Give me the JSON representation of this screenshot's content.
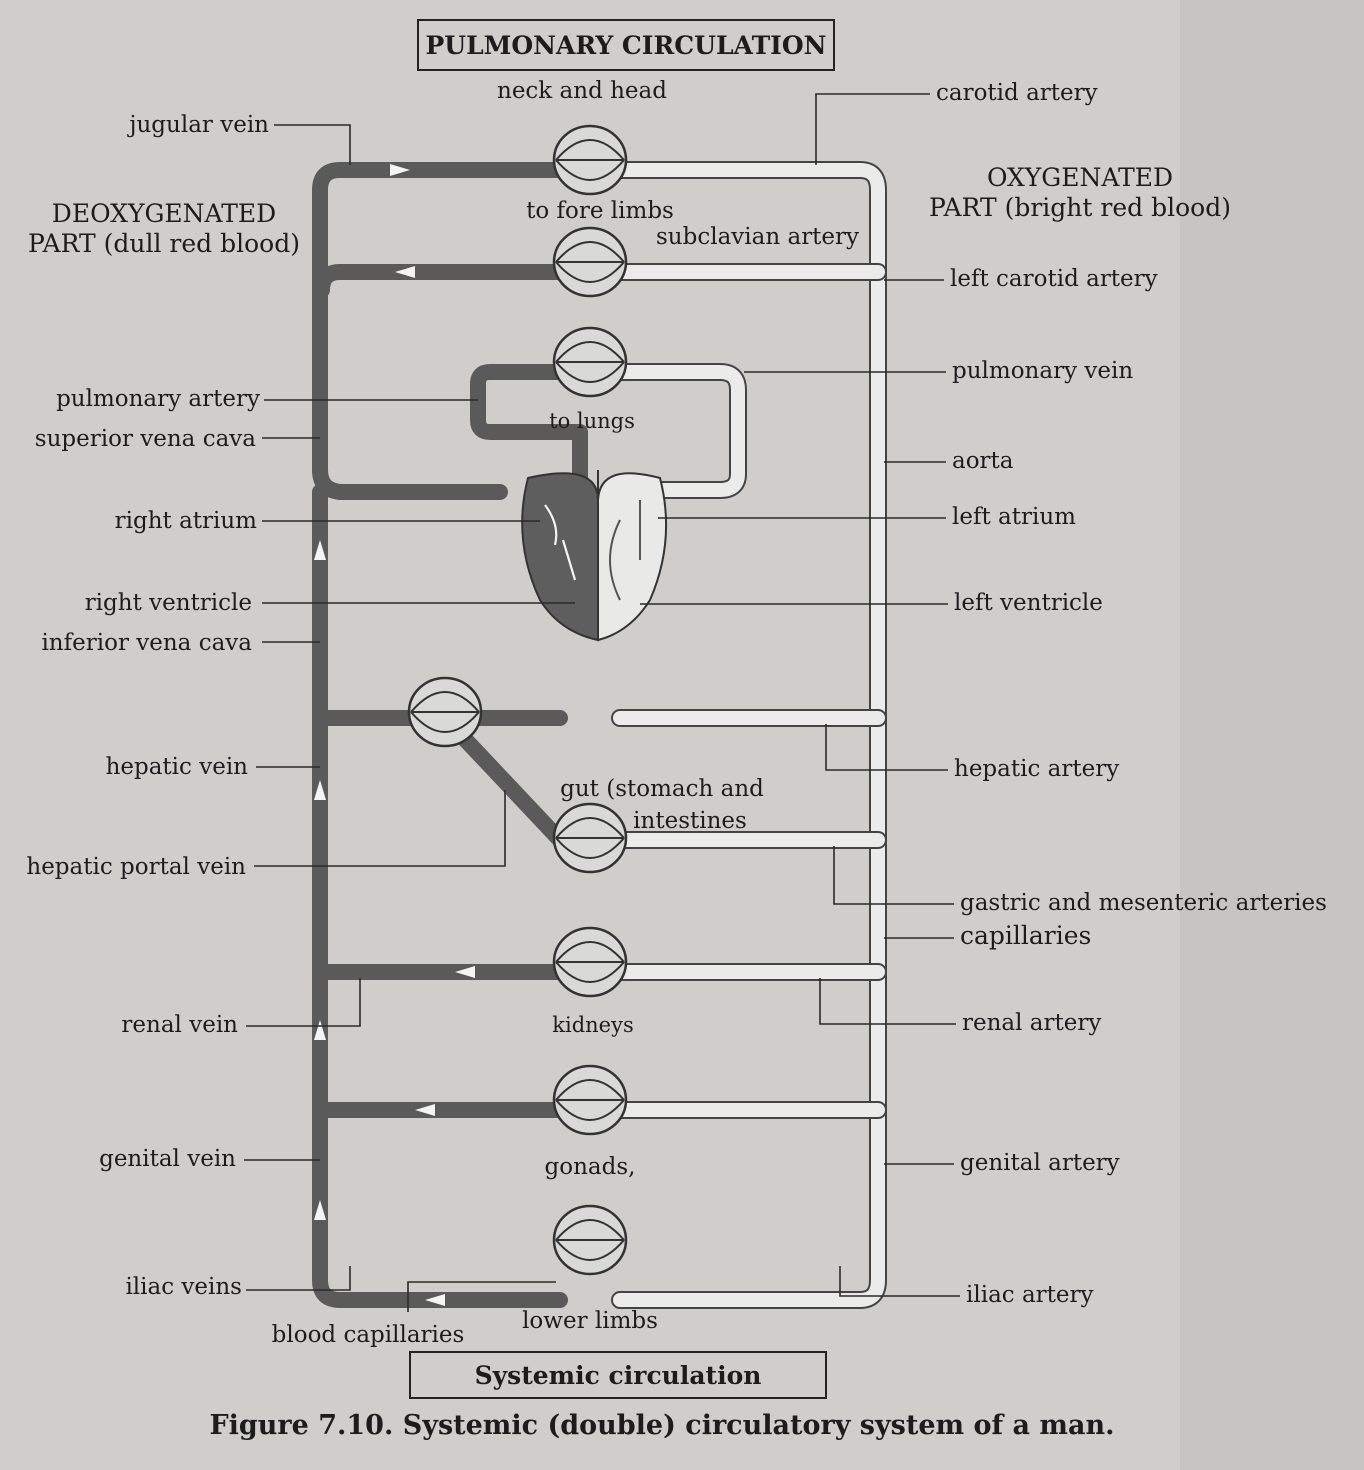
{
  "titles": {
    "pulmonary": "PULMONARY CIRCULATION",
    "systemic": "Systemic circulation",
    "caption": "Figure 7.10. Systemic (double) circulatory system of a man."
  },
  "sides": {
    "deoxy_line1": "DEOXYGENATED",
    "deoxy_line2": "PART (dull red blood)",
    "oxy_line1": "OXYGENATED",
    "oxy_line2": "PART (bright red blood)"
  },
  "organs": {
    "neck_head": "neck and head",
    "fore_limbs": "to fore limbs",
    "lungs": "to lungs",
    "gut_line1": "gut (stomach and",
    "gut_line2": "intestines",
    "kidneys": "kidneys",
    "gonads": "gonads,",
    "lower_limbs": "lower limbs",
    "blood_capillaries": "blood capillaries"
  },
  "left_labels": {
    "jugular_vein": "jugular vein",
    "pulmonary_artery": "pulmonary artery",
    "superior_vena_cava": "superior vena cava",
    "right_atrium": "right atrium",
    "right_ventricle": "right ventricle",
    "inferior_vena_cava": "inferior vena cava",
    "hepatic_vein": "hepatic vein",
    "hepatic_portal_vein": "hepatic portal vein",
    "renal_vein": "renal vein",
    "genital_vein": "genital vein",
    "iliac_veins": "iliac veins"
  },
  "right_labels": {
    "carotid_artery": "carotid artery",
    "subclavian_artery": "subclavian artery",
    "left_carotid_artery": "left carotid artery",
    "pulmonary_vein": "pulmonary vein",
    "aorta": "aorta",
    "left_atrium": "left atrium",
    "left_ventricle": "left ventricle",
    "hepatic_artery": "hepatic artery",
    "gastric_mesenteric": "gastric and mesenteric arteries",
    "capillaries": "capillaries",
    "renal_artery": "renal artery",
    "genital_artery": "genital artery",
    "iliac_artery": "iliac artery"
  },
  "colors": {
    "page": "#cfcecb",
    "vein": "#5a5a5a",
    "artery": "#ebebea",
    "ink": "#1c1c1c"
  }
}
